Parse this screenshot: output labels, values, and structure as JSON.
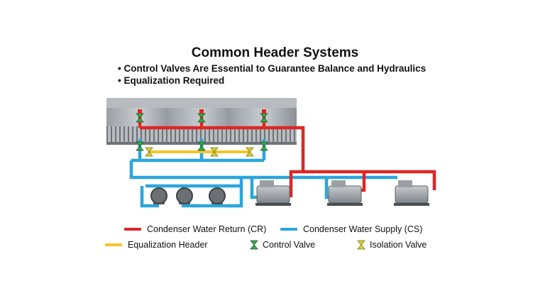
{
  "title": "Common Header Systems",
  "bullets": [
    "• Control Valves Are Essential to Guarantee Balance and Hydraulics",
    "• Equalization Required"
  ],
  "legend": {
    "cr": "Condenser Water Return (CR)",
    "cs": "Condenser Water Supply (CS)",
    "eq": "Equalization Header",
    "control": "Control Valve",
    "isolation": "Isolation Valve"
  },
  "colors": {
    "return": "#e02526",
    "supply": "#2aa6dc",
    "equalization": "#f5c428",
    "control_valve": "#3aa84a",
    "isolation_valve": "#d8d230",
    "equipment": "#8f949a"
  }
}
